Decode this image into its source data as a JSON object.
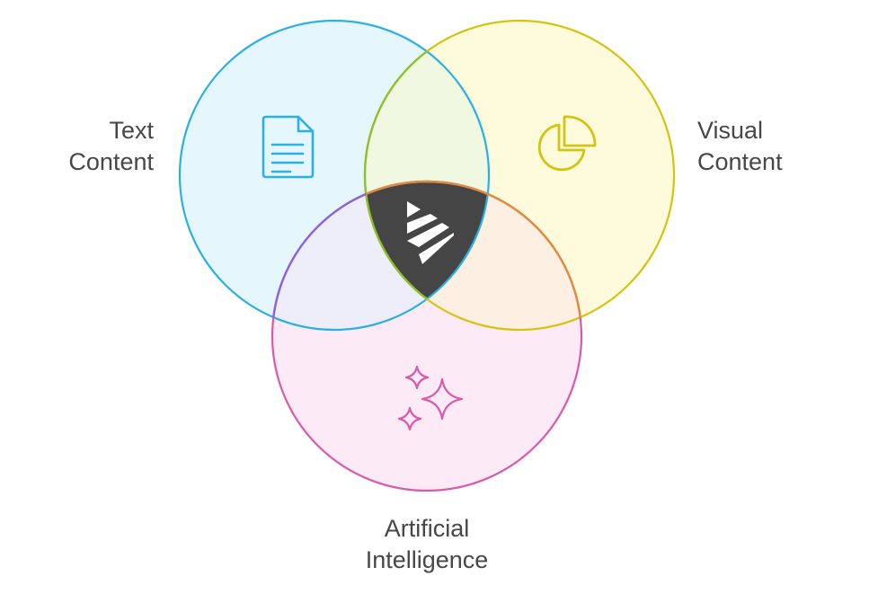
{
  "diagram": {
    "type": "venn",
    "sets": [
      {
        "id": "text",
        "lines": [
          "Text",
          "Content"
        ],
        "color": "#2bb0e3",
        "fill": "#e5f7fd",
        "icon": "document-icon"
      },
      {
        "id": "visual",
        "lines": [
          "Visual",
          "Content"
        ],
        "color": "#d4c40f",
        "fill": "#fefbdd",
        "icon": "pie-chart-icon"
      },
      {
        "id": "ai",
        "lines": [
          "Artificial",
          "Intelligence"
        ],
        "color": "#db5aa8",
        "fill": "#fcebf6",
        "icon": "sparkles-icon"
      }
    ],
    "center": {
      "icon": "play-stripes-logo-icon",
      "color": "#454545"
    }
  }
}
